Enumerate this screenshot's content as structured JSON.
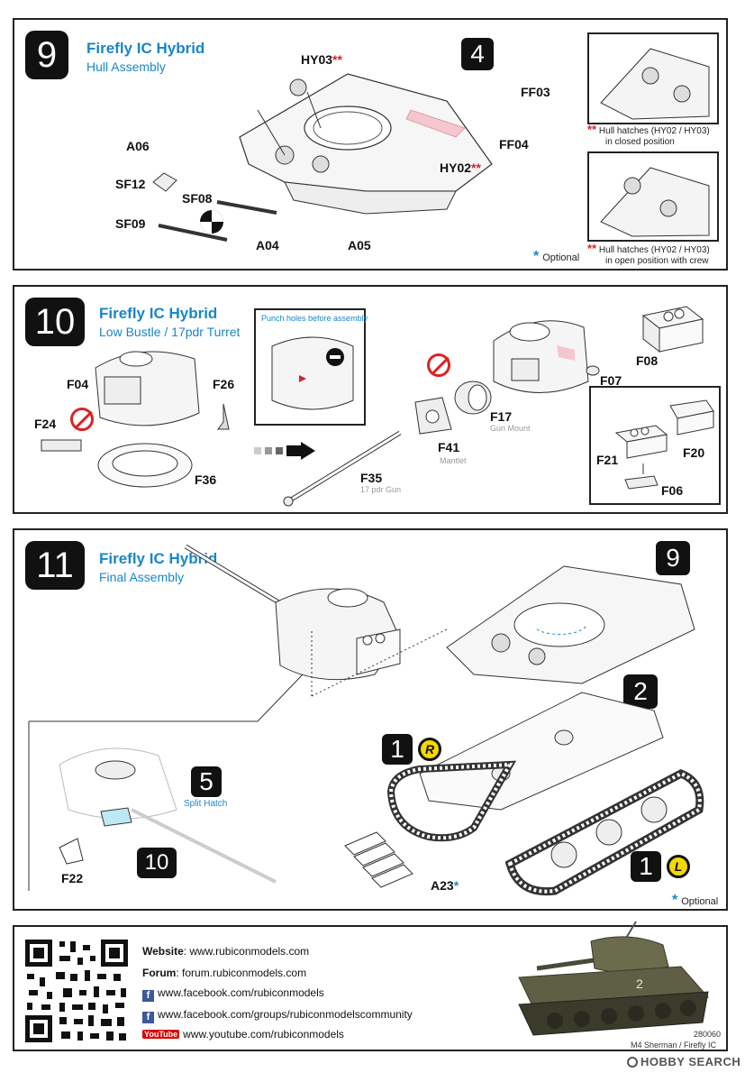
{
  "step9": {
    "number": "9",
    "title": "Firefly IC Hybrid",
    "subtitle": "Hull Assembly",
    "ref_step": "4",
    "parts": {
      "hy03": "HY03",
      "hy02": "HY02",
      "ff03": "FF03",
      "ff04": "FF04",
      "a06": "A06",
      "sf12": "SF12",
      "sf08": "SF08",
      "sf09": "SF09",
      "a04": "A04",
      "a05": "A05"
    },
    "star_mark": "**",
    "inset_closed": {
      "line1": "Hull hatches (HY02 / HY03)",
      "line2": "in closed position"
    },
    "inset_open": {
      "line1": "Hull hatches (HY02 / HY03)",
      "line2": "in open position with crew"
    },
    "optional": "Optional"
  },
  "step10": {
    "number": "10",
    "title": "Firefly IC Hybrid",
    "subtitle": "Low  Bustle / 17pdr Turret",
    "punch_note": "Punch holes before assembly",
    "parts": {
      "f04": "F04",
      "f26": "F26",
      "f24": "F24",
      "f36": "F36",
      "f35": "F35",
      "f41": "F41",
      "f17": "F17",
      "f07": "F07",
      "f08": "F08",
      "f20": "F20",
      "f21": "F21",
      "f06": "F06"
    },
    "notes": {
      "gun": "17 pdr Gun",
      "mantlet": "Mantlet",
      "gun_mount": "Gun Mount"
    }
  },
  "step11": {
    "number": "11",
    "title": "Firefly IC Hybrid",
    "subtitle": "Final Assembly",
    "ref_hull": "9",
    "ref_lower": "2",
    "ref_track_r": "1",
    "ref_track_l": "1",
    "track_r": "R",
    "track_l": "L",
    "hatch_ref": "5",
    "hatch_label": "Split Hatch",
    "turret_ref": "10",
    "parts": {
      "f22": "F22",
      "a23": "A23"
    },
    "optional": "Optional"
  },
  "footer": {
    "website_label": "Website",
    "website": ": www.rubiconmodels.com",
    "forum_label": "Forum",
    "forum": ": forum.rubiconmodels.com",
    "facebook": "www.facebook.com/rubiconmodels",
    "facebook_group": "www.facebook.com/groups/rubiconmodelscommunity",
    "youtube": "www.youtube.com/rubiconmodels",
    "fb_icon": "f",
    "yt_icon": "YouTube",
    "product_code": "280060",
    "product_name": "M4 Sherman / Firefly IC",
    "tank_number": "2",
    "watermark": "HOBBY SEARCH"
  },
  "colors": {
    "accent": "#1a86c8",
    "warn": "#d22222",
    "badge_yellow": "#f5d800"
  }
}
